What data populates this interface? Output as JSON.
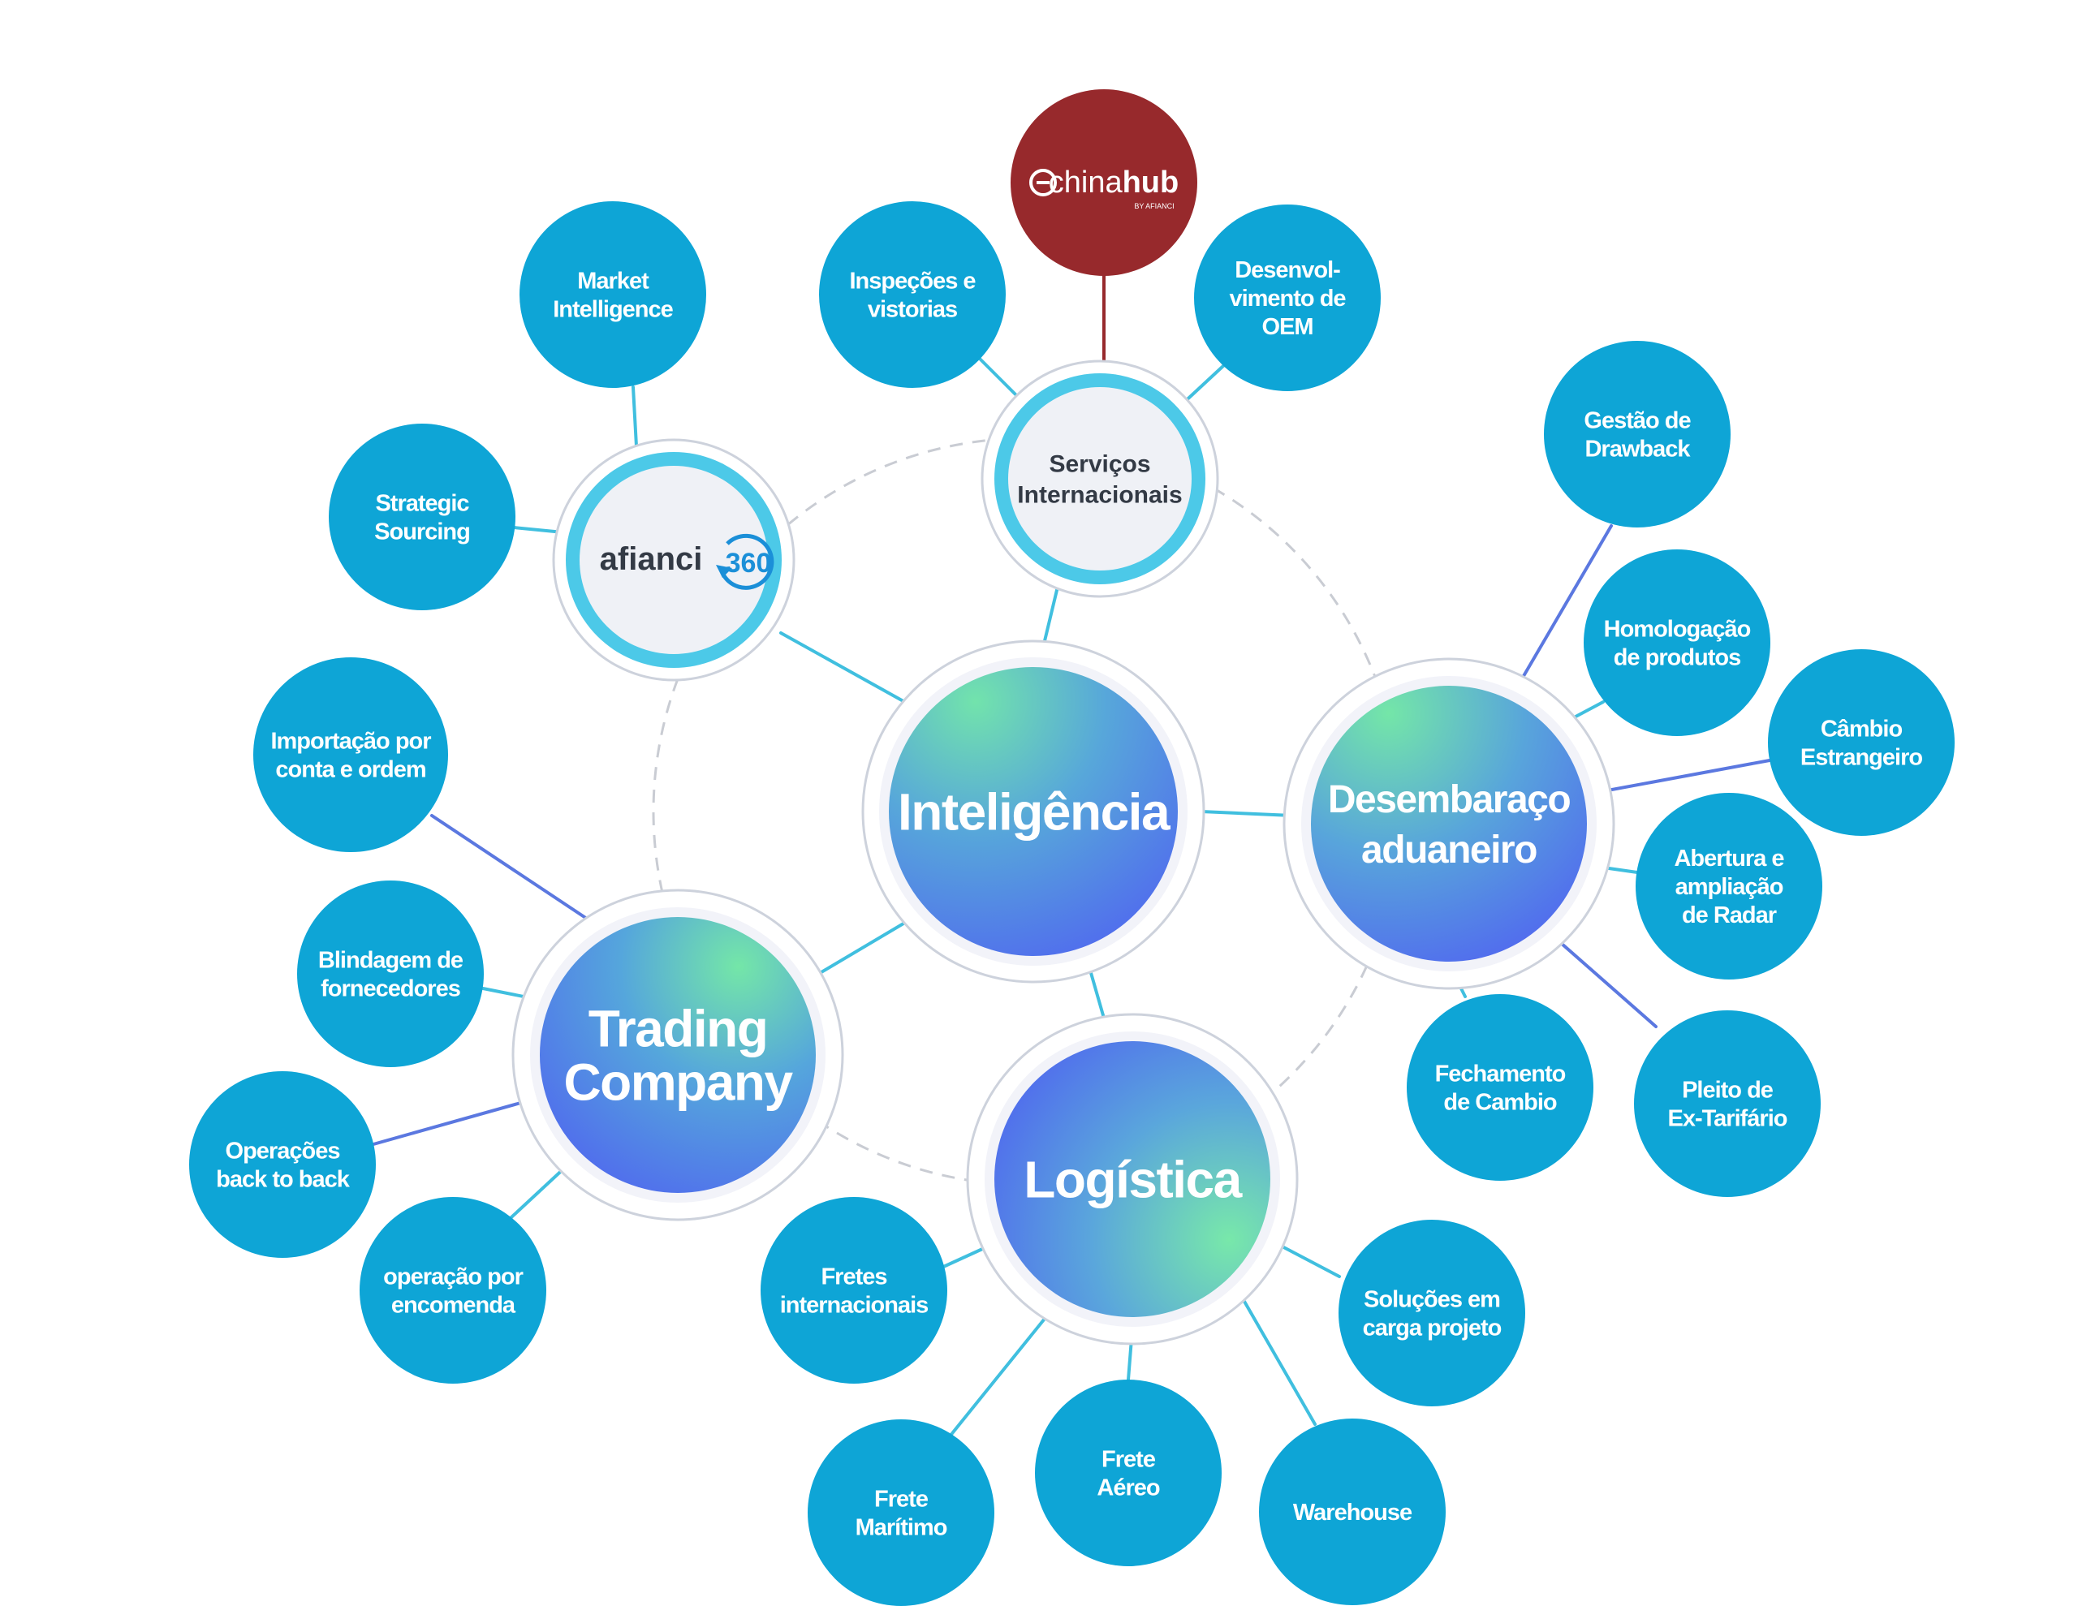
{
  "diagram": {
    "hubs": [
      {
        "id": "inteligencia",
        "label": [
          "Inteligência"
        ]
      },
      {
        "id": "desembaraco",
        "label": [
          "Desembaraço",
          "aduaneiro"
        ]
      },
      {
        "id": "trading",
        "label": [
          "Trading",
          "Company"
        ]
      },
      {
        "id": "logistica",
        "label": [
          "Logística"
        ]
      }
    ],
    "service_nodes": [
      {
        "id": "afianci",
        "label": [
          "afianci"
        ],
        "badge": "360"
      },
      {
        "id": "servicos",
        "label": [
          "Serviços",
          "Internacionais"
        ]
      }
    ],
    "brand_node": {
      "id": "chinahub",
      "name_light": "china",
      "name_bold": "hub",
      "tagline": "BY AFIANCI"
    },
    "satellites": [
      {
        "id": "market-intelligence",
        "label": [
          "Market",
          "Intelligence"
        ]
      },
      {
        "id": "strategic-sourcing",
        "label": [
          "Strategic",
          "Sourcing"
        ]
      },
      {
        "id": "inspecoes",
        "label": [
          "Inspeções e",
          "vistorias"
        ]
      },
      {
        "id": "desenvolvimento-oem",
        "label": [
          "Desenvol-",
          "vimento de",
          "OEM"
        ]
      },
      {
        "id": "gestao-drawback",
        "label": [
          "Gestão de",
          "Drawback"
        ]
      },
      {
        "id": "homologacao",
        "label": [
          "Homologação",
          "de produtos"
        ]
      },
      {
        "id": "cambio-estrangeiro",
        "label": [
          "Câmbio",
          "Estrangeiro"
        ]
      },
      {
        "id": "abertura-radar",
        "label": [
          "Abertura e",
          "ampliação",
          "de Radar"
        ]
      },
      {
        "id": "pleito-ex-tarifario",
        "label": [
          "Pleito de",
          "Ex-Tarifário"
        ]
      },
      {
        "id": "fechamento-cambio",
        "label": [
          "Fechamento",
          "de Cambio"
        ]
      },
      {
        "id": "importacao-conta-ordem",
        "label": [
          "Importação por",
          "conta e ordem"
        ]
      },
      {
        "id": "blindagem-fornecedores",
        "label": [
          "Blindagem de",
          "fornecedores"
        ]
      },
      {
        "id": "operacoes-back-to-back",
        "label": [
          "Operações",
          "back to back"
        ]
      },
      {
        "id": "operacao-encomenda",
        "label": [
          "operação por",
          "encomenda"
        ]
      },
      {
        "id": "fretes-internacionais",
        "label": [
          "Fretes",
          "internacionais"
        ]
      },
      {
        "id": "frete-maritimo",
        "label": [
          "Frete",
          "Marítimo"
        ]
      },
      {
        "id": "frete-aereo",
        "label": [
          "Frete",
          "Aéreo"
        ]
      },
      {
        "id": "warehouse",
        "label": [
          "Warehouse"
        ]
      },
      {
        "id": "solucoes-carga-projeto",
        "label": [
          "Soluções em",
          "carga projeto"
        ]
      }
    ],
    "colors": {
      "satellite_fill": "#0ea5d6",
      "ring_cyan": "#4cc9e8",
      "ring_outline": "#cdd2dc",
      "service_inner": "#eff1f6",
      "chinahub_red": "#97292c",
      "connector_cyan": "#40bfdf",
      "connector_blue": "#5b78e0",
      "connector_red": "#97292c",
      "dashed_circle": "#c9ccd3",
      "hub_gradient_green": "#6fe2ae",
      "hub_gradient_blue": "#5471ec"
    }
  }
}
